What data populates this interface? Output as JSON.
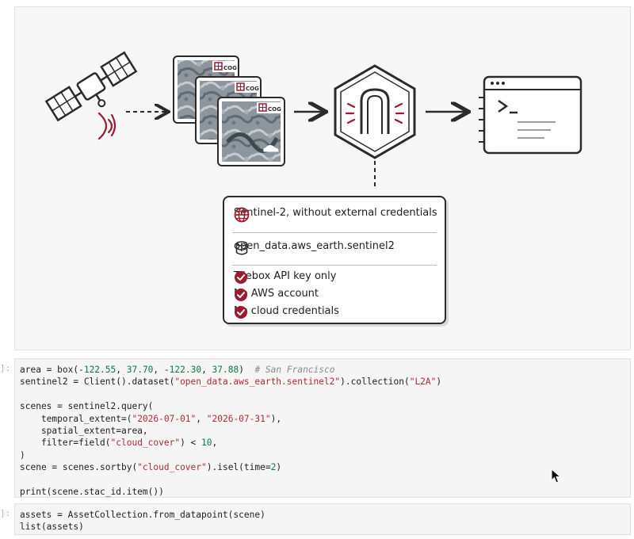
{
  "illustration": {
    "cog_label": "COG",
    "card": {
      "title": "Sentinel-2, without external credentials",
      "dataset": "open_data.aws_earth.sentinel2",
      "checks": [
        "Tilebox API key only",
        "No AWS account",
        "No cloud credentials"
      ]
    },
    "icons": [
      "satellite-icon",
      "signal-waves-icon",
      "cog-tile-icon",
      "hexagon-gateway-icon",
      "terminal-window-icon",
      "globe-icon",
      "database-icon",
      "check-circle-icon"
    ],
    "colors": {
      "accent": "#9b1b30",
      "ink": "#2b2b2b"
    }
  },
  "cells": [
    {
      "prompt": "]:",
      "lines": [
        [
          {
            "t": "area = box(-"
          },
          {
            "t": "122.55",
            "c": "num"
          },
          {
            "t": ", "
          },
          {
            "t": "37.70",
            "c": "num"
          },
          {
            "t": ", -"
          },
          {
            "t": "122.30",
            "c": "num"
          },
          {
            "t": ", "
          },
          {
            "t": "37.88",
            "c": "num"
          },
          {
            "t": ")  "
          },
          {
            "t": "# San Francisco",
            "c": "cmt"
          }
        ],
        [
          {
            "t": "sentinel2 = Client().dataset("
          },
          {
            "t": "\"open_data.aws_earth.sentinel2\"",
            "c": "str"
          },
          {
            "t": ").collection("
          },
          {
            "t": "\"L2A\"",
            "c": "str"
          },
          {
            "t": ")"
          }
        ],
        [
          {
            "t": ""
          }
        ],
        [
          {
            "t": "scenes = sentinel2.query("
          }
        ],
        [
          {
            "t": "    temporal_extent=("
          },
          {
            "t": "\"2026-07-01\"",
            "c": "str"
          },
          {
            "t": ", "
          },
          {
            "t": "\"2026-07-31\"",
            "c": "str"
          },
          {
            "t": "),"
          }
        ],
        [
          {
            "t": "    spatial_extent=area,"
          }
        ],
        [
          {
            "t": "    filter=field("
          },
          {
            "t": "\"cloud_cover\"",
            "c": "str"
          },
          {
            "t": ") < "
          },
          {
            "t": "10",
            "c": "num"
          },
          {
            "t": ","
          }
        ],
        [
          {
            "t": ")"
          }
        ],
        [
          {
            "t": "scene = scenes.sortby("
          },
          {
            "t": "\"cloud_cover\"",
            "c": "str"
          },
          {
            "t": ").isel(time="
          },
          {
            "t": "2",
            "c": "num"
          },
          {
            "t": ")"
          }
        ],
        [
          {
            "t": ""
          }
        ],
        [
          {
            "t": "print(scene.stac_id.item())"
          }
        ]
      ]
    },
    {
      "prompt": "]:",
      "lines": [
        [
          {
            "t": "assets = AssetCollection.from_datapoint(scene)"
          }
        ],
        [
          {
            "t": "list(assets)"
          }
        ]
      ]
    }
  ]
}
